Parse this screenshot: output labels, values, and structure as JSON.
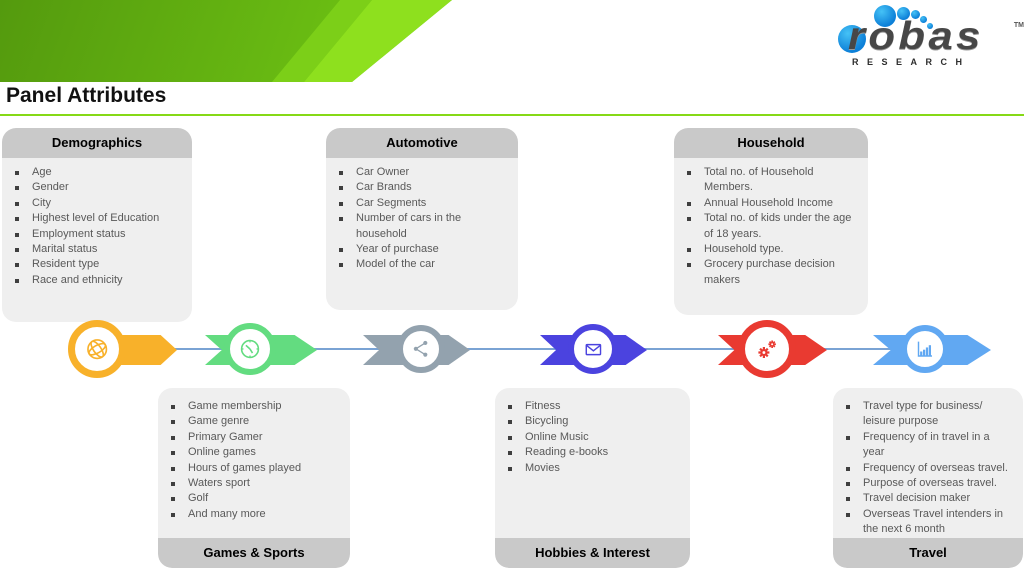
{
  "page": {
    "title": "Panel Attributes"
  },
  "logo": {
    "brand": "robas",
    "tm": "TM",
    "sub": "RESEARCH"
  },
  "theme": {
    "banner_green_1": "#549a0e",
    "banner_green_2": "#6cc013",
    "banner_stripe": "#8ee01e",
    "banner_stripe_mid": "#7ccf18",
    "divider_green": "#86d916",
    "connector_blue": "#7aa3d4",
    "card_body_bg": "#efefef",
    "card_band_bg": "#c9c9c9",
    "bullet_text": "#595959",
    "heading_text": "#000000",
    "title_text": "#111111",
    "logo_blue": "#0d80d8",
    "logo_text": "#474747"
  },
  "cards": [
    {
      "id": "demographics",
      "title": "Demographics",
      "items": [
        "Age",
        "Gender",
        "City",
        "Highest level of Education",
        "Employment status",
        "Marital status",
        "Resident type",
        "Race and ethnicity"
      ]
    },
    {
      "id": "automotive",
      "title": "Automotive",
      "items": [
        "Car Owner",
        "Car Brands",
        "Car Segments",
        "Number of cars in the household",
        "Year of purchase",
        "Model of the car"
      ]
    },
    {
      "id": "household",
      "title": "Household",
      "items": [
        "Total no. of Household Members.",
        "Annual Household Income",
        "Total no. of kids under the age of 18 years.",
        "Household type.",
        "Grocery purchase decision makers"
      ]
    },
    {
      "id": "games-sports",
      "title": "Games & Sports",
      "items": [
        "Game membership",
        "Game genre",
        "Primary Gamer",
        "Online games",
        "Hours of games played",
        "Waters sport",
        "Golf",
        "And many more"
      ]
    },
    {
      "id": "hobbies-interest",
      "title": "Hobbies & Interest",
      "items": [
        "Fitness",
        "Bicycling",
        "Online Music",
        "Reading e-books",
        "Movies"
      ]
    },
    {
      "id": "travel",
      "title": "Travel",
      "items": [
        "Travel type for business/ leisure purpose",
        "Frequency of in travel in a year",
        "Frequency of overseas travel.",
        "Purpose of overseas travel.",
        "Travel decision maker",
        "Overseas Travel intenders in the next 6 month"
      ]
    }
  ],
  "timeline": {
    "nodes": [
      {
        "icon": "globe-icon",
        "color": "#F8B12A"
      },
      {
        "icon": "clock-icon",
        "color": "#63DC80"
      },
      {
        "icon": "share-icon",
        "color": "#93A2AE"
      },
      {
        "icon": "envelope-icon",
        "color": "#4B43DF"
      },
      {
        "icon": "gears-icon",
        "color": "#E93A31"
      },
      {
        "icon": "bar-chart-icon",
        "color": "#61A8F2"
      }
    ]
  }
}
